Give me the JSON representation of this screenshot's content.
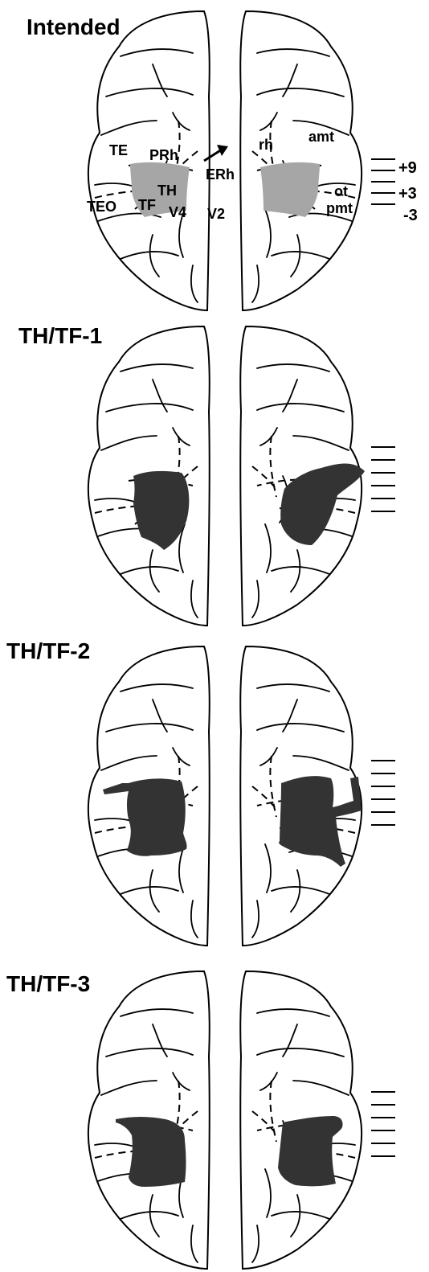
{
  "panels": [
    {
      "title": "Intended",
      "lesion_fill": "#a6a6a6",
      "region_labels": [
        "TE",
        "PRh",
        "ERh",
        "TH",
        "TF",
        "TEO",
        "V4",
        "V2",
        "rh",
        "amt",
        "ot",
        "pmt"
      ],
      "level_labels": [
        "+9",
        "+3",
        "-3"
      ]
    },
    {
      "title": "TH/TF-1",
      "lesion_fill": "#333333"
    },
    {
      "title": "TH/TF-2",
      "lesion_fill": "#333333"
    },
    {
      "title": "TH/TF-3",
      "lesion_fill": "#333333"
    }
  ]
}
